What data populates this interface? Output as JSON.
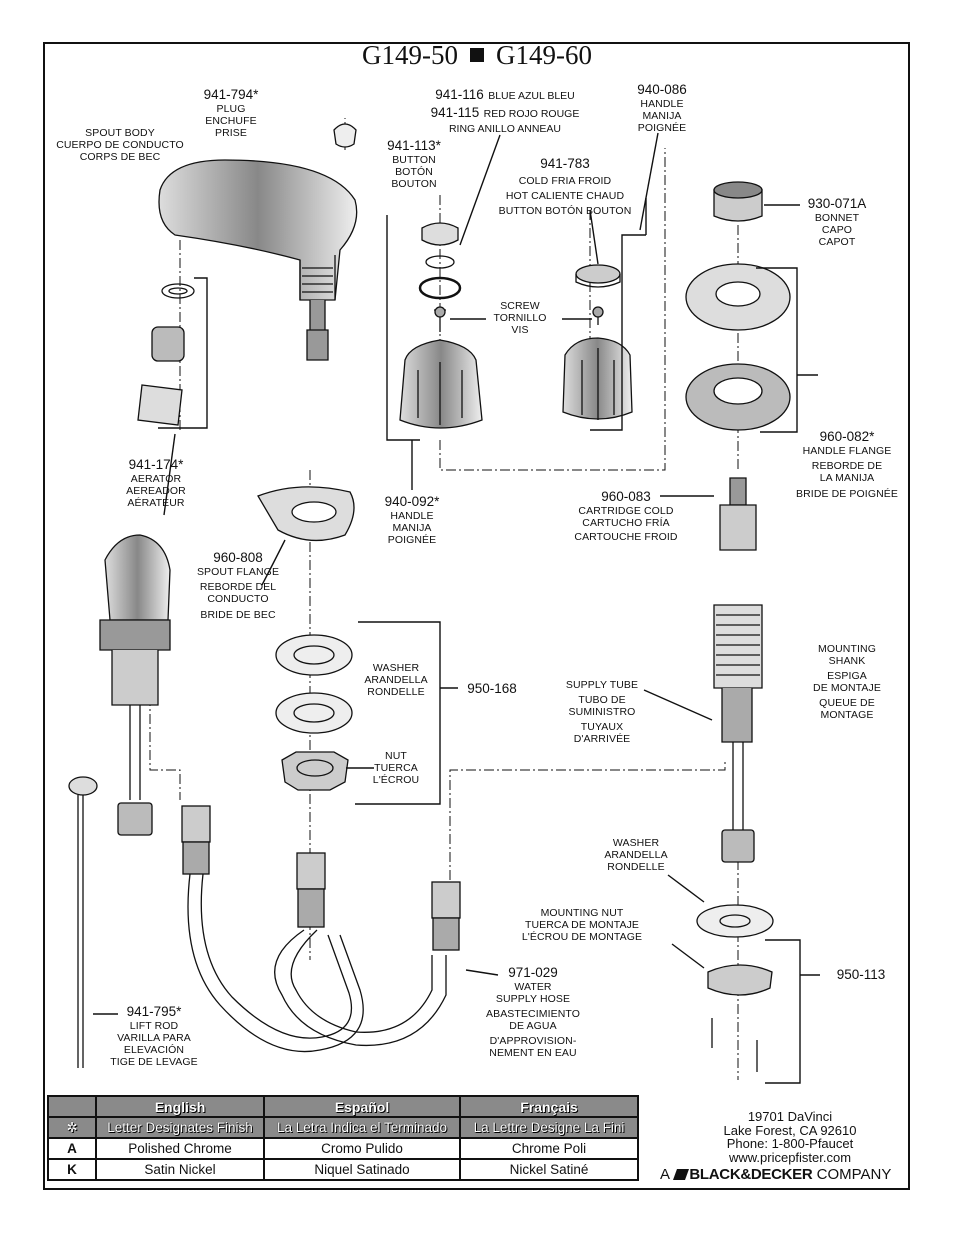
{
  "title": {
    "model_a": "G149-50",
    "model_b": "G149-60"
  },
  "parts": {
    "plug": {
      "num": "941-794*",
      "lines": [
        "PLUG",
        "ENCHUFE",
        "PRISE"
      ]
    },
    "spout": {
      "lines": [
        "SPOUT BODY",
        "CUERPO DE CONDUCTO",
        "CORPS DE BEC"
      ]
    },
    "buttonblue": {
      "num": "941-116",
      "txt": "BLUE AZUL BLEU"
    },
    "buttonred": {
      "num": "941-115",
      "txt": "RED ROJO ROUGE"
    },
    "ringanillo": {
      "txt": "RING ANILLO ANNEAU"
    },
    "handle086": {
      "num": "940-086",
      "lines": [
        "HANDLE",
        "MANIJA",
        "POIGNÉE"
      ]
    },
    "button113": {
      "num": "941-113*",
      "lines": [
        "BUTTON",
        "BOTÓN",
        "BOUTON"
      ]
    },
    "button783": {
      "num": "941-783",
      "lines": [
        "COLD FRIA FROID",
        "HOT CALIENTE CHAUD",
        "BUTTON BOTÓN BOUTON"
      ]
    },
    "bonnet": {
      "num": "930-071A",
      "lines": [
        "BONNET",
        "CAPO",
        "CAPOT"
      ]
    },
    "screw": {
      "lines": [
        "SCREW",
        "TORNILLO",
        "VIS"
      ]
    },
    "aerator": {
      "num": "941-174*",
      "lines": [
        "AERATOR",
        "AEREADOR",
        "AÉRATEUR"
      ]
    },
    "flange082": {
      "num": "960-082*",
      "lines": [
        "HANDLE FLANGE",
        "REBORDE DE",
        "LA MANIJA",
        "BRIDE DE POIGNÉE"
      ]
    },
    "handle092": {
      "num": "940-092*",
      "lines": [
        "HANDLE",
        "MANIJA",
        "POIGNÉE"
      ]
    },
    "cartridge": {
      "num": "960-083",
      "lines": [
        "CARTRIDGE COLD",
        "CARTUCHO FRÍA",
        "CARTOUCHE FROID"
      ]
    },
    "spoutflange": {
      "num": "960-808",
      "lines": [
        "SPOUT FLANGE",
        "REBORDE DEL",
        "CONDUCTO",
        "BRIDE DE BEC"
      ]
    },
    "washer168": {
      "lines": [
        "WASHER",
        "ARANDELLA",
        "RONDELLE"
      ],
      "num": "950-168"
    },
    "nut": {
      "lines": [
        "NUT",
        "TUERCA",
        "L'ÉCROU"
      ]
    },
    "shank": {
      "lines": [
        "MOUNTING",
        "SHANK",
        "ESPIGA",
        "DE MONTAJE",
        "QUEUE DE",
        "MONTAGE"
      ]
    },
    "supplytube": {
      "lines": [
        "SUPPLY TUBE",
        "TUBO DE",
        "SUMINISTRO",
        "TUYAUX",
        "D'ARRIVÉE"
      ]
    },
    "washer113": {
      "lines": [
        "WASHER",
        "ARANDELLA",
        "RONDELLE"
      ]
    },
    "mountnut": {
      "lines": [
        "MOUNTING NUT",
        "TUERCA DE MONTAJE",
        "L'ÉCROU DE MONTAGE"
      ]
    },
    "kit113": {
      "num": "950-113"
    },
    "hose": {
      "num": "971-029",
      "lines": [
        "WATER",
        "SUPPLY HOSE",
        "ABASTECIMIENTO",
        "DE AGUA",
        "D'APPROVISION-",
        "NEMENT EN EAU"
      ]
    },
    "liftrod": {
      "num": "941-795*",
      "lines": [
        "LIFT ROD",
        "VARILLA PARA",
        "ELEVACIÓN",
        "TIGE DE LEVAGE"
      ]
    }
  },
  "legend": {
    "headers": [
      "English",
      "Español",
      "Français"
    ],
    "star_row": {
      "symbol": "✲",
      "cells": [
        "Letter Designates Finish",
        "La Letra Indica el Terminado",
        "La Lettre Designe La Fini"
      ]
    },
    "rows": [
      {
        "code": "A",
        "cells": [
          "Polished Chrome",
          "Cromo Pulido",
          "Chrome Poli"
        ]
      },
      {
        "code": "K",
        "cells": [
          "Satin Nickel",
          "Niquel Satinado",
          "Nickel Satiné"
        ]
      }
    ]
  },
  "address": {
    "street": "19701 DaVinci",
    "city": "Lake Forest, CA 92610",
    "phone": "Phone: 1-800-Pfaucet",
    "web": "www.pricepfister.com"
  },
  "brand": {
    "prefix": "A",
    "name": "BLACK&DECKER",
    "suffix": "COMPANY"
  }
}
